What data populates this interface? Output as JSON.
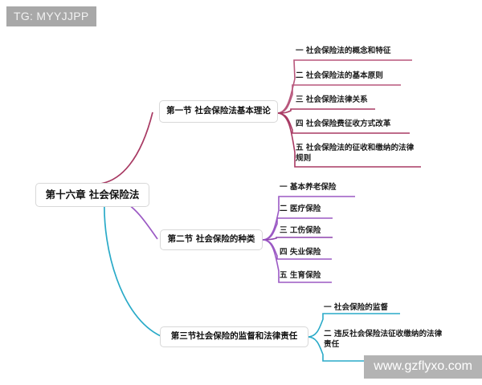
{
  "overlay": {
    "tg_badge": "TG: MYYJJPP",
    "watermark": "www.gzflyxo.com"
  },
  "colors": {
    "background": "#ffffff",
    "node_border": "#d8d8d8",
    "node_fill": "#ffffff",
    "text": "#111111",
    "branch_1": "#a83a63",
    "branch_2": "#a濃",
    "branch_2_color": "#9b59c4",
    "branch_3": "#29aac8",
    "badge_bg": "#a8a8a8",
    "watermark_bg": "#b3b3b3"
  },
  "mindmap": {
    "root": {
      "label": "第十六章 社会保险法"
    },
    "branches": [
      {
        "label": "第一节 社会保险法基本理论",
        "color": "#a83a63",
        "children": [
          {
            "label": "一 社会保险法的概念和特征"
          },
          {
            "label": "二 社会保险法的基本原则"
          },
          {
            "label": "三 社会保险法律关系"
          },
          {
            "label": "四 社会保险费征收方式改革"
          },
          {
            "label": "五 社会保险法的征收和缴纳的法律规则"
          }
        ]
      },
      {
        "label": "第二节 社会保险的种类",
        "color": "#9b59c4",
        "children": [
          {
            "label": "一 基本养老保险"
          },
          {
            "label": "二 医疗保险"
          },
          {
            "label": "三 工伤保险"
          },
          {
            "label": "四 失业保险"
          },
          {
            "label": "五 生育保险"
          }
        ]
      },
      {
        "label": "第三节社会保险的监督和法律责任",
        "color": "#29aac8",
        "children": [
          {
            "label": "一 社会保险的监督"
          },
          {
            "label": "二 违反社会保险法征收缴纳的法律责任"
          }
        ]
      }
    ]
  }
}
